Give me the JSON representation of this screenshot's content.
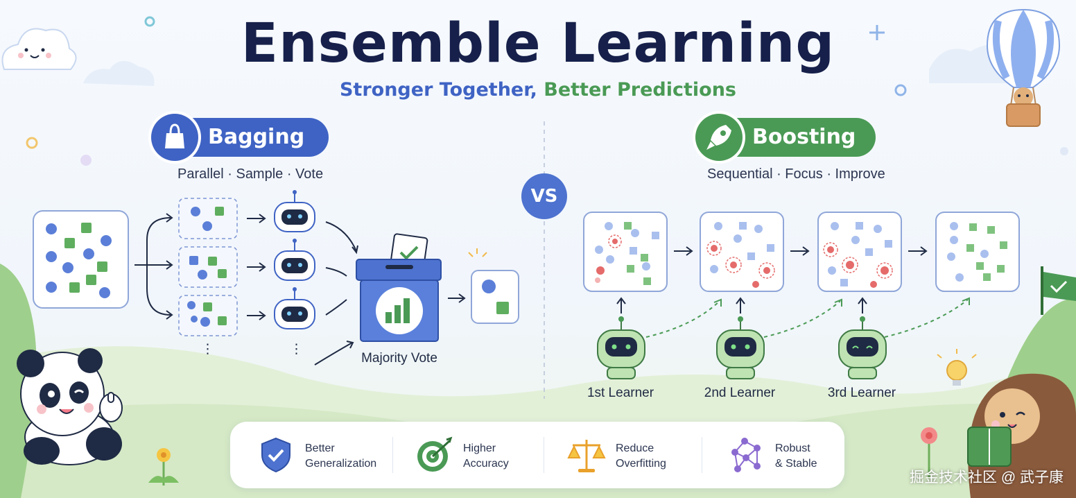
{
  "header": {
    "title": "Ensemble Learning",
    "subtitle_part1": "Stronger Together,",
    "subtitle_part2": "Better Predictions"
  },
  "bagging": {
    "label": "Bagging",
    "tagline": "Parallel · Sample · Vote",
    "vote_label": "Majority Vote",
    "ellipsis": "⋮",
    "color": "#3f63c4"
  },
  "vs_label": "VS",
  "boosting": {
    "label": "Boosting",
    "tagline": "Sequential · Focus · Improve",
    "learners": [
      "1st Learner",
      "2nd Learner",
      "3rd Learner"
    ],
    "color": "#4a9a55"
  },
  "benefits": [
    {
      "line1": "Better",
      "line2": "Generalization",
      "icon": "shield-check-icon"
    },
    {
      "line1": "Higher",
      "line2": "Accuracy",
      "icon": "target-icon"
    },
    {
      "line1": "Reduce",
      "line2": "Overfitting",
      "icon": "scale-icon"
    },
    {
      "line1": "Robust",
      "line2": "& Stable",
      "icon": "network-icon"
    }
  ],
  "watermark": "掘金技术社区 @ 武子康"
}
